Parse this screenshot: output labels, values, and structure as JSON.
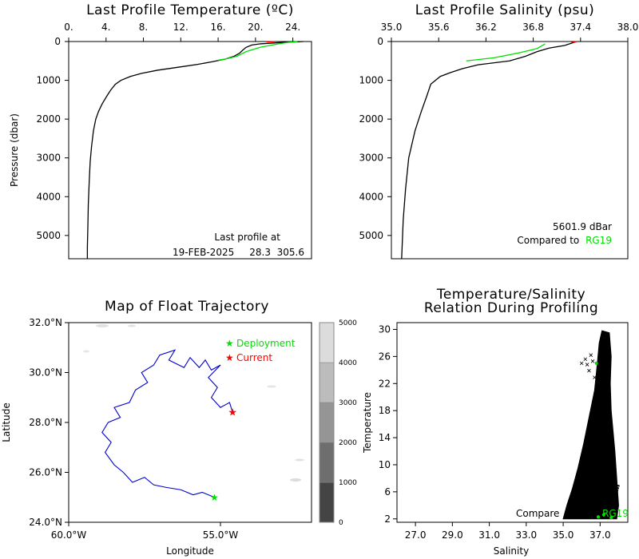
{
  "chart_data": [
    {
      "type": "line",
      "title": "Last Profile Temperature (ºC)",
      "ylabel": "Pressure (dbar)",
      "xlabel": "",
      "xlim": [
        0,
        26
      ],
      "ylim": [
        5600,
        0
      ],
      "x_ticks": [
        "0.",
        "4.",
        "8.",
        "12.",
        "16.",
        "20.",
        "24."
      ],
      "x_tick_values": [
        0,
        4,
        8,
        12,
        16,
        20,
        24
      ],
      "y_ticks": [
        "0",
        "1000",
        "2000",
        "3000",
        "4000",
        "5000"
      ],
      "y_tick_values": [
        0,
        1000,
        2000,
        3000,
        4000,
        5000
      ],
      "annotation_lines": [
        "Last profile at",
        "19-FEB-2025     28.3  305.6"
      ],
      "series": [
        {
          "color": "#000000",
          "points": [
            [
              25.1,
              0
            ],
            [
              22.5,
              30
            ],
            [
              20.5,
              60
            ],
            [
              19.6,
              90
            ],
            [
              19.0,
              150
            ],
            [
              18.6,
              230
            ],
            [
              18.3,
              300
            ],
            [
              17.7,
              380
            ],
            [
              16.8,
              450
            ],
            [
              15.4,
              520
            ],
            [
              13.8,
              590
            ],
            [
              11.8,
              660
            ],
            [
              9.5,
              740
            ],
            [
              7.8,
              820
            ],
            [
              6.6,
              900
            ],
            [
              5.6,
              1000
            ],
            [
              5.0,
              1100
            ],
            [
              4.5,
              1250
            ],
            [
              4.1,
              1400
            ],
            [
              3.6,
              1600
            ],
            [
              3.2,
              1800
            ],
            [
              2.9,
              2000
            ],
            [
              2.65,
              2300
            ],
            [
              2.45,
              2700
            ],
            [
              2.3,
              3100
            ],
            [
              2.2,
              3600
            ],
            [
              2.1,
              4200
            ],
            [
              2.05,
              4800
            ],
            [
              2.0,
              5300
            ],
            [
              2.0,
              5600
            ]
          ]
        },
        {
          "color": "#00e000",
          "points": [
            [
              16.0,
              480
            ],
            [
              17.0,
              440
            ],
            [
              18.0,
              380
            ],
            [
              18.5,
              320
            ],
            [
              19.0,
              260
            ],
            [
              20.5,
              150
            ],
            [
              22.0,
              80
            ],
            [
              23.5,
              20
            ],
            [
              24.5,
              5
            ]
          ]
        },
        {
          "color": "#ff0000",
          "points": [
            [
              21.2,
              10
            ],
            [
              22.0,
              5
            ]
          ]
        }
      ]
    },
    {
      "type": "line",
      "title": "Last Profile Salinity (psu)",
      "xlabel": "",
      "ylabel": "",
      "xlim": [
        35.0,
        38.0
      ],
      "ylim": [
        5600,
        0
      ],
      "x_ticks": [
        "35.0",
        "35.6",
        "36.2",
        "36.8",
        "37.4",
        "38.0"
      ],
      "x_tick_values": [
        35.0,
        35.6,
        36.2,
        36.8,
        37.4,
        38.0
      ],
      "y_ticks": [
        "0",
        "1000",
        "2000",
        "3000",
        "4000",
        "5000"
      ],
      "y_tick_values": [
        0,
        1000,
        2000,
        3000,
        4000,
        5000
      ],
      "annotation_lines": [
        "5601.9 dBar",
        "Compared to"
      ],
      "annotation_highlight": "RG19",
      "series": [
        {
          "color": "#000000",
          "points": [
            [
              37.35,
              0
            ],
            [
              37.2,
              100
            ],
            [
              37.0,
              170
            ],
            [
              36.85,
              260
            ],
            [
              36.7,
              380
            ],
            [
              36.5,
              500
            ],
            [
              36.1,
              600
            ],
            [
              35.9,
              700
            ],
            [
              35.75,
              800
            ],
            [
              35.62,
              900
            ],
            [
              35.5,
              1100
            ],
            [
              35.45,
              1400
            ],
            [
              35.38,
              1800
            ],
            [
              35.3,
              2300
            ],
            [
              35.22,
              3000
            ],
            [
              35.18,
              3800
            ],
            [
              35.15,
              4600
            ],
            [
              35.13,
              5600
            ]
          ]
        },
        {
          "color": "#00e000",
          "points": [
            [
              35.95,
              500
            ],
            [
              36.3,
              420
            ],
            [
              36.6,
              300
            ],
            [
              36.85,
              180
            ],
            [
              36.95,
              60
            ]
          ]
        },
        {
          "color": "#ff0000",
          "points": [
            [
              37.28,
              30
            ],
            [
              37.35,
              0
            ]
          ]
        }
      ]
    },
    {
      "type": "scatter",
      "title": "Map of Float Trajectory",
      "xlabel": "Longitude",
      "ylabel": "Latitude",
      "xlim": [
        -60.0,
        -52.0
      ],
      "ylim": [
        24.0,
        32.0
      ],
      "x_ticks": [
        "60.0°W",
        "55.0°W"
      ],
      "x_tick_values": [
        -60.0,
        -55.0
      ],
      "y_ticks": [
        "24.0°N",
        "26.0°N",
        "28.0°N",
        "30.0°N",
        "32.0°N"
      ],
      "y_tick_values": [
        24.0,
        26.0,
        28.0,
        30.0,
        32.0
      ],
      "legend": [
        "Deployment",
        "Current"
      ],
      "legend_colors": [
        "#00e000",
        "#ff0000"
      ],
      "colorbar_ticks": [
        "0",
        "1000",
        "2000",
        "3000",
        "4000",
        "5000"
      ],
      "colorbar_values": [
        0,
        1000,
        2000,
        3000,
        4000,
        5000
      ],
      "colorbar_colors": [
        "#444444",
        "#6e6e6e",
        "#959595",
        "#bcbcbc",
        "#dcdcdc"
      ],
      "trajectory_color": "#0000cc",
      "deployment": [
        -55.2,
        25.0
      ],
      "current": [
        -54.6,
        28.4
      ],
      "trajectory": [
        [
          -55.2,
          25.0
        ],
        [
          -55.6,
          25.2
        ],
        [
          -55.9,
          25.1
        ],
        [
          -56.3,
          25.3
        ],
        [
          -56.8,
          25.4
        ],
        [
          -57.2,
          25.5
        ],
        [
          -57.5,
          25.8
        ],
        [
          -57.9,
          25.6
        ],
        [
          -58.2,
          26.0
        ],
        [
          -58.5,
          26.3
        ],
        [
          -58.8,
          26.8
        ],
        [
          -58.6,
          27.2
        ],
        [
          -58.9,
          27.6
        ],
        [
          -58.7,
          28.0
        ],
        [
          -58.3,
          28.2
        ],
        [
          -58.5,
          28.6
        ],
        [
          -58.0,
          28.8
        ],
        [
          -57.8,
          29.3
        ],
        [
          -57.4,
          29.6
        ],
        [
          -57.6,
          30.0
        ],
        [
          -57.2,
          30.3
        ],
        [
          -57.0,
          30.7
        ],
        [
          -56.5,
          30.9
        ],
        [
          -56.7,
          30.5
        ],
        [
          -56.2,
          30.2
        ],
        [
          -56.0,
          30.6
        ],
        [
          -55.7,
          30.2
        ],
        [
          -55.5,
          30.5
        ],
        [
          -55.3,
          30.1
        ],
        [
          -55.0,
          30.3
        ],
        [
          -55.4,
          29.8
        ],
        [
          -55.1,
          29.4
        ],
        [
          -55.3,
          29.0
        ],
        [
          -55.0,
          28.6
        ],
        [
          -54.7,
          28.8
        ],
        [
          -54.6,
          28.4
        ]
      ]
    },
    {
      "type": "scatter",
      "title": "Temperature/Salinity\nRelation During Profiling",
      "title_lines": [
        "Temperature/Salinity",
        "Relation During Profiling"
      ],
      "xlabel": "Salinity",
      "ylabel": "Temperature",
      "xlim": [
        26.0,
        38.5
      ],
      "ylim": [
        1.5,
        31.0
      ],
      "x_ticks": [
        "27.0",
        "29.0",
        "31.0",
        "33.0",
        "35.0",
        "37.0"
      ],
      "x_tick_values": [
        27.0,
        29.0,
        31.0,
        33.0,
        35.0,
        37.0
      ],
      "y_ticks": [
        "2",
        "6",
        "10",
        "14",
        "18",
        "22",
        "26",
        "30"
      ],
      "y_tick_values": [
        2,
        6,
        10,
        14,
        18,
        22,
        26,
        30
      ],
      "annotation": "Compare",
      "annotation_highlight": "RG19",
      "ts_envelope": [
        [
          35.0,
          2.0
        ],
        [
          35.2,
          4
        ],
        [
          35.5,
          6.5
        ],
        [
          35.8,
          9.5
        ],
        [
          36.1,
          13
        ],
        [
          36.4,
          17
        ],
        [
          36.7,
          21
        ],
        [
          36.85,
          25
        ],
        [
          36.95,
          28
        ],
        [
          37.1,
          29.8
        ],
        [
          37.5,
          29.5
        ],
        [
          37.6,
          26
        ],
        [
          37.55,
          22
        ],
        [
          37.6,
          18
        ],
        [
          37.7,
          15
        ],
        [
          37.8,
          12
        ],
        [
          37.9,
          8
        ],
        [
          38.0,
          4
        ],
        [
          37.9,
          2.0
        ]
      ],
      "ts_strands": [
        [
          [
            36.3,
            2.3
          ],
          [
            36.6,
            6
          ],
          [
            36.9,
            10
          ],
          [
            37.1,
            14
          ],
          [
            37.25,
            18
          ]
        ],
        [
          [
            36.8,
            2.3
          ],
          [
            37.0,
            6
          ],
          [
            37.3,
            10
          ],
          [
            37.5,
            14
          ]
        ],
        [
          [
            37.2,
            2.3
          ],
          [
            37.4,
            5
          ],
          [
            37.6,
            8
          ],
          [
            37.8,
            11
          ]
        ],
        [
          [
            37.6,
            2.3
          ],
          [
            37.8,
            5
          ],
          [
            38.0,
            7
          ]
        ]
      ],
      "ts_outliers": [
        [
          36.0,
          25.0
        ],
        [
          36.3,
          24.8
        ],
        [
          36.6,
          25.3
        ],
        [
          36.4,
          23.9
        ],
        [
          36.9,
          24.4
        ],
        [
          37.3,
          23.7
        ],
        [
          36.5,
          26.2
        ],
        [
          36.2,
          25.6
        ],
        [
          36.7,
          22.9
        ],
        [
          37.0,
          21.4
        ]
      ],
      "green_points": [
        [
          36.9,
          2.3
        ],
        [
          37.2,
          2.6
        ],
        [
          37.6,
          2.2
        ],
        [
          36.8,
          25.0
        ]
      ]
    }
  ]
}
